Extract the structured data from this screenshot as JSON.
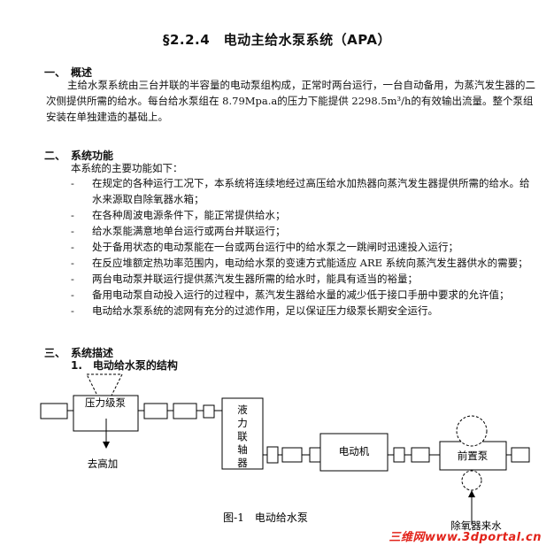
{
  "title": "§2.2.4　电动主给水泵系统（APA）",
  "s1": {
    "heading": "一、　概述",
    "text": "主给水泵系统由三台并联的半容量的电动泵组构成，正常时两台运行，一台自动备用，为蒸汽发生器的二次侧提供所需的给水。每台给水泵组在 8.79Mpa.a的压力下能提供 2298.5m³/h的有效输出流量。整个泵组安装在单独建造的基础上。"
  },
  "s2": {
    "heading": "二、　系统功能",
    "intro": "本系统的主要功能如下：",
    "bullets": [
      "在规定的各种运行工况下，本系统将连续地经过高压给水加热器向蒸汽发生器提供所需的给水。给水来源取自除氧器水箱；",
      "在各种周波电源条件下，能正常提供给水；",
      "给水泵能满意地单台运行或两台并联运行；",
      "处于备用状态的电动泵能在一台或两台运行中的给水泵之一跳闸时迅速投入运行；",
      "在反应堆额定热功率范围内，电动给水泵的变速方式能适应 ARE 系统向蒸汽发生器供水的需要；",
      "两台电动泵并联运行提供蒸汽发生器所需的给水时，能具有适当的裕量；",
      "备用电动泵自动投入运行的过程中，蒸汽发生器给水量的减少低于接口手册中要求的允许值；",
      "电动给水泵系统的滤网有充分的过滤作用，足以保证压力级泵长期安全运行。"
    ]
  },
  "s3": {
    "heading": "三、　系统描述",
    "sub": "1.　电动给水泵的结构"
  },
  "diagram": {
    "pressure_pump": "压力级泵",
    "coupling": "液力联轴器",
    "motor": "电动机",
    "booster_pump": "前置泵",
    "to_hp": "去高加",
    "from_deaerator": "除氧器来水",
    "caption": "图-1　电动给水泵"
  },
  "watermark": "三维网www.3dportal.cn"
}
